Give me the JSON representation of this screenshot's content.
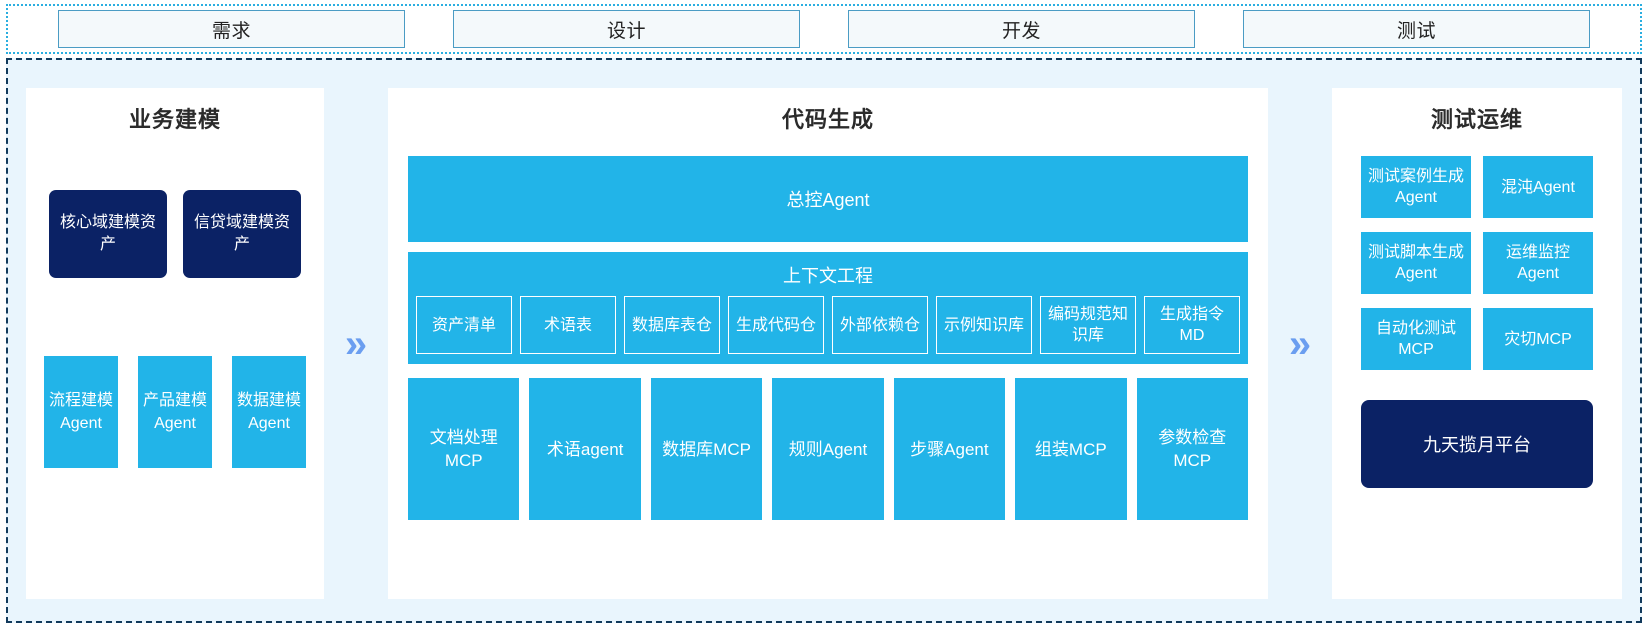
{
  "phases": [
    {
      "label": "需求"
    },
    {
      "label": "设计"
    },
    {
      "label": "开发"
    },
    {
      "label": "测试"
    }
  ],
  "separators": {
    "chevron": "»"
  },
  "left_panel": {
    "title": "业务建模",
    "assets": [
      {
        "label": "核心域建模资产"
      },
      {
        "label": "信贷域建模资产"
      }
    ],
    "agents": [
      {
        "label": "流程建模Agent"
      },
      {
        "label": "产品建模Agent"
      },
      {
        "label": "数据建模Agent"
      }
    ]
  },
  "center_panel": {
    "title": "代码生成",
    "control_agent": "总控Agent",
    "context": {
      "title": "上下文工程",
      "items": [
        {
          "label": "资产清单"
        },
        {
          "label": "术语表"
        },
        {
          "label": "数据库表仓"
        },
        {
          "label": "生成代码仓"
        },
        {
          "label": "外部依赖仓"
        },
        {
          "label": "示例知识库"
        },
        {
          "label": "编码规范知识库"
        },
        {
          "label": "生成指令MD"
        }
      ]
    },
    "tools": [
      {
        "label": "文档处理MCP"
      },
      {
        "label": "术语agent"
      },
      {
        "label": "数据库MCP"
      },
      {
        "label": "规则Agent"
      },
      {
        "label": "步骤Agent"
      },
      {
        "label": "组装MCP"
      },
      {
        "label": "参数检查MCP"
      }
    ]
  },
  "right_panel": {
    "title": "测试运维",
    "tiles": [
      {
        "label": "测试案例生成Agent"
      },
      {
        "label": "混沌Agent"
      },
      {
        "label": "测试脚本生成Agent"
      },
      {
        "label": "运维监控Agent"
      },
      {
        "label": "自动化测试MCP"
      },
      {
        "label": "灾切MCP"
      }
    ],
    "platform": "九天揽月平台"
  },
  "colors": {
    "cyan": "#22b4e8",
    "navy": "#0b2265",
    "panel_bg": "#e9f5fd",
    "chevron": "#6b9ef0",
    "phase_border": "#4b9cc4"
  }
}
